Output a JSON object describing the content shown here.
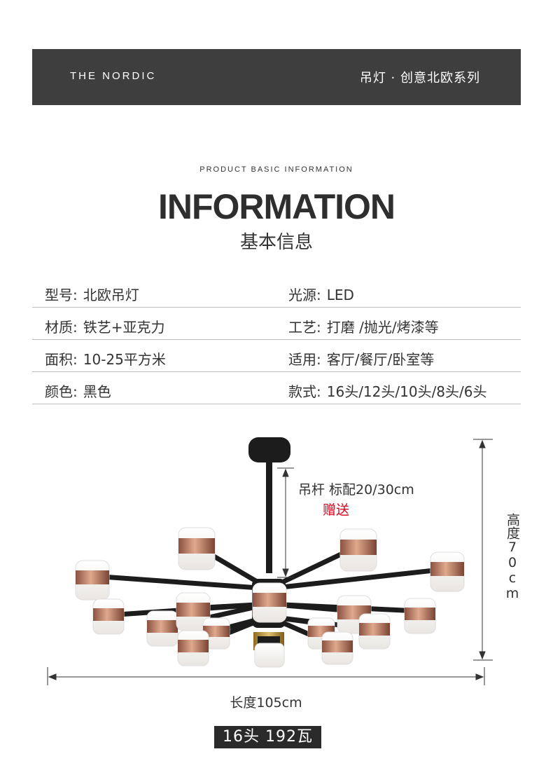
{
  "banner": {
    "brand": "THE NORDIC",
    "series": "吊灯 · 创意北欧系列"
  },
  "heading": {
    "subtitle_en": "PRODUCT BASIC INFORMATION",
    "title": "INFORMATION",
    "subtitle_cn": "基本信息"
  },
  "specs": [
    {
      "left_label": "型号:",
      "left_value": "北欧吊灯",
      "right_label": "光源:",
      "right_value": "LED"
    },
    {
      "left_label": "材质:",
      "left_value": "铁艺+亚克力",
      "right_label": "工艺:",
      "right_value": "打磨 /抛光/烤漆等"
    },
    {
      "left_label": "面积:",
      "left_value": "10-25平方米",
      "right_label": "适用:",
      "right_value": "客厅/餐厅/卧室等"
    },
    {
      "left_label": "颜色:",
      "left_value": "黑色",
      "right_label": "款式:",
      "right_value": "16头/12头/10头/8头/6头"
    }
  ],
  "diagram": {
    "rod_label": "吊杆 标配20/30cm",
    "gift_label": "赠送",
    "height_label": "高度70cm",
    "length_label": "长度105cm"
  },
  "badge": "16头 192瓦",
  "colors": {
    "banner_bg": "#3e3e3e",
    "accent_red": "#d8001a",
    "rose_gold": "#b87a5e",
    "frame_black": "#1c1c1c"
  }
}
